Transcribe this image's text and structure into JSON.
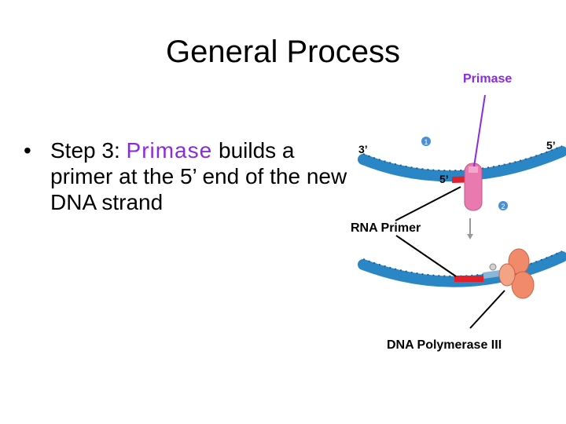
{
  "title": "General Process",
  "bullet": {
    "marker": "•",
    "pre": "Step 3:  ",
    "highlight": "Primase",
    "post": " builds a primer at the 5’ end of the new DNA strand"
  },
  "diagram": {
    "labels": {
      "primase": "Primase",
      "three_prime": "3’",
      "five_prime_right": "5’",
      "five_prime_mid": "5’",
      "rna_primer": "RNA Primer",
      "dna_polymerase": "DNA Polymerase III"
    },
    "step_markers": [
      "1",
      "2"
    ],
    "colors": {
      "strand": "#2b86c6",
      "primer": "#e0202a",
      "primase": "#e87ab0",
      "polymerase": "#f08a6a",
      "highlight": "#8a2be2"
    }
  }
}
